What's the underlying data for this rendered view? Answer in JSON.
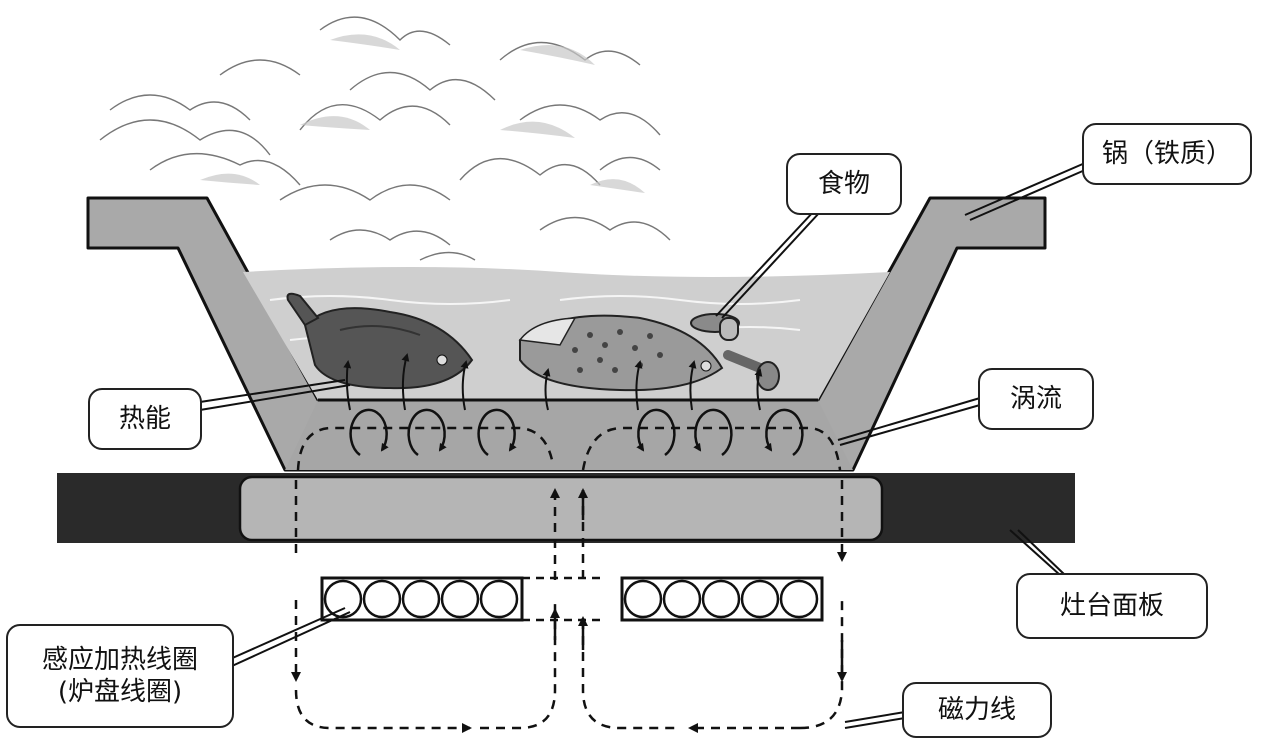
{
  "labels": {
    "pot": "锅（铁质）",
    "food": "食物",
    "heat": "热能",
    "eddy": "涡流",
    "panel": "灶台面板",
    "coil_line1": "感应加热线圈",
    "coil_line2": "(炉盘线圈)",
    "flux": "磁力线"
  },
  "colors": {
    "pot": "#a9a9a9",
    "water": "#cfcfcf",
    "panel_dark": "#2a2a2a",
    "panel_light": "#b5b5b5"
  },
  "icons": [
    "steam-cloud",
    "fish-left",
    "fish-right",
    "mushroom",
    "eddy-loop",
    "coil-turn",
    "flux-arrow"
  ]
}
